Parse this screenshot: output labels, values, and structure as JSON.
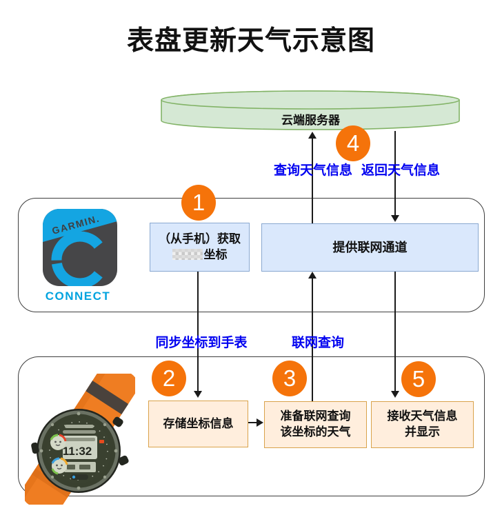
{
  "title": "表盘更新天气示意图",
  "cloud_server": {
    "label": "云端服务器"
  },
  "steps": {
    "s1": "1",
    "s2": "2",
    "s3": "3",
    "s4": "4",
    "s5": "5"
  },
  "flow_labels": {
    "query_weather": "查询天气信息",
    "return_weather": "返回天气信息",
    "sync_coords": "同步坐标到手表",
    "net_query": "联网查询"
  },
  "connect_app": {
    "brand": "GARMIN.",
    "app_name": "CONNECT",
    "boxes": {
      "get_coords_line1": "（从手机）获取",
      "get_coords_line2": "坐标",
      "channel": "提供联网通道"
    }
  },
  "watch": {
    "time": "11:32",
    "boxes": {
      "store": "存储坐标信息",
      "prepare_line1": "准备联网查询",
      "prepare_line2": "该坐标的天气",
      "receive_line1": "接收天气信息",
      "receive_line2": "并显示"
    }
  },
  "colors": {
    "accent_orange": "#f5730a",
    "label_blue": "#0000f0",
    "cloud_fill": "#d5e8d4",
    "cloud_stroke": "#82b366",
    "blue_box_fill": "#dae8fc",
    "blue_box_stroke": "#89a8d0",
    "orange_box_fill": "#ffeedd",
    "orange_box_stroke": "#d9a24a",
    "garmin_blue": "#14a5e2"
  }
}
